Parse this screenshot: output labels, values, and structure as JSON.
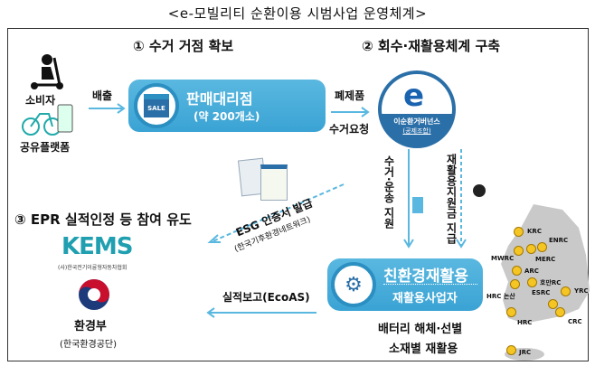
{
  "title": "<e-모빌리티 순환이용 시범사업 운영체계>",
  "sections": {
    "s1": "① 수거 거점 확보",
    "s2": "② 회수·재활용체계 구축",
    "s3": "③ EPR 실적인정 등 참여 유도"
  },
  "consumer": "소비자",
  "platform": "공유플랫폼",
  "discharge": "배출",
  "dealer": {
    "title": "판매대리점",
    "sub": "(약 200개소)",
    "icon_text": "SALE"
  },
  "waste": "폐제품",
  "pickup": "수거요청",
  "governance": {
    "name": "이순환거버넌스",
    "sub": "(공제조합)"
  },
  "support_transport": "수거·운송 지원",
  "subsidy": "재활용지원금 지급",
  "recycler": {
    "title": "친환경재활용",
    "sub": "재활용사업자"
  },
  "process": [
    "배터리 해체·선별",
    "소재별 재활용"
  ],
  "esg": {
    "title": "ESG 인증서 발급",
    "sub": "(한국기후환경네트워크)"
  },
  "report": "실적보고(EcoAS)",
  "kems": {
    "logo": "KEMS",
    "sub": "(사)한국전기이륜형자동차협회"
  },
  "ministry": {
    "name": "환경부",
    "sub": "(한국환경공단)"
  },
  "map_centers": [
    "KRC",
    "ENRC",
    "MWRC",
    "MERC",
    "ARC",
    "호만RC",
    "HRC 논산",
    "YRC",
    "ESRC",
    "CRC",
    "HRC",
    "JRC"
  ],
  "colors": {
    "accent": "#3aa3d4",
    "dark_blue": "#2b8fc2",
    "dot": "#f5c623",
    "map": "#c9c9c9"
  }
}
